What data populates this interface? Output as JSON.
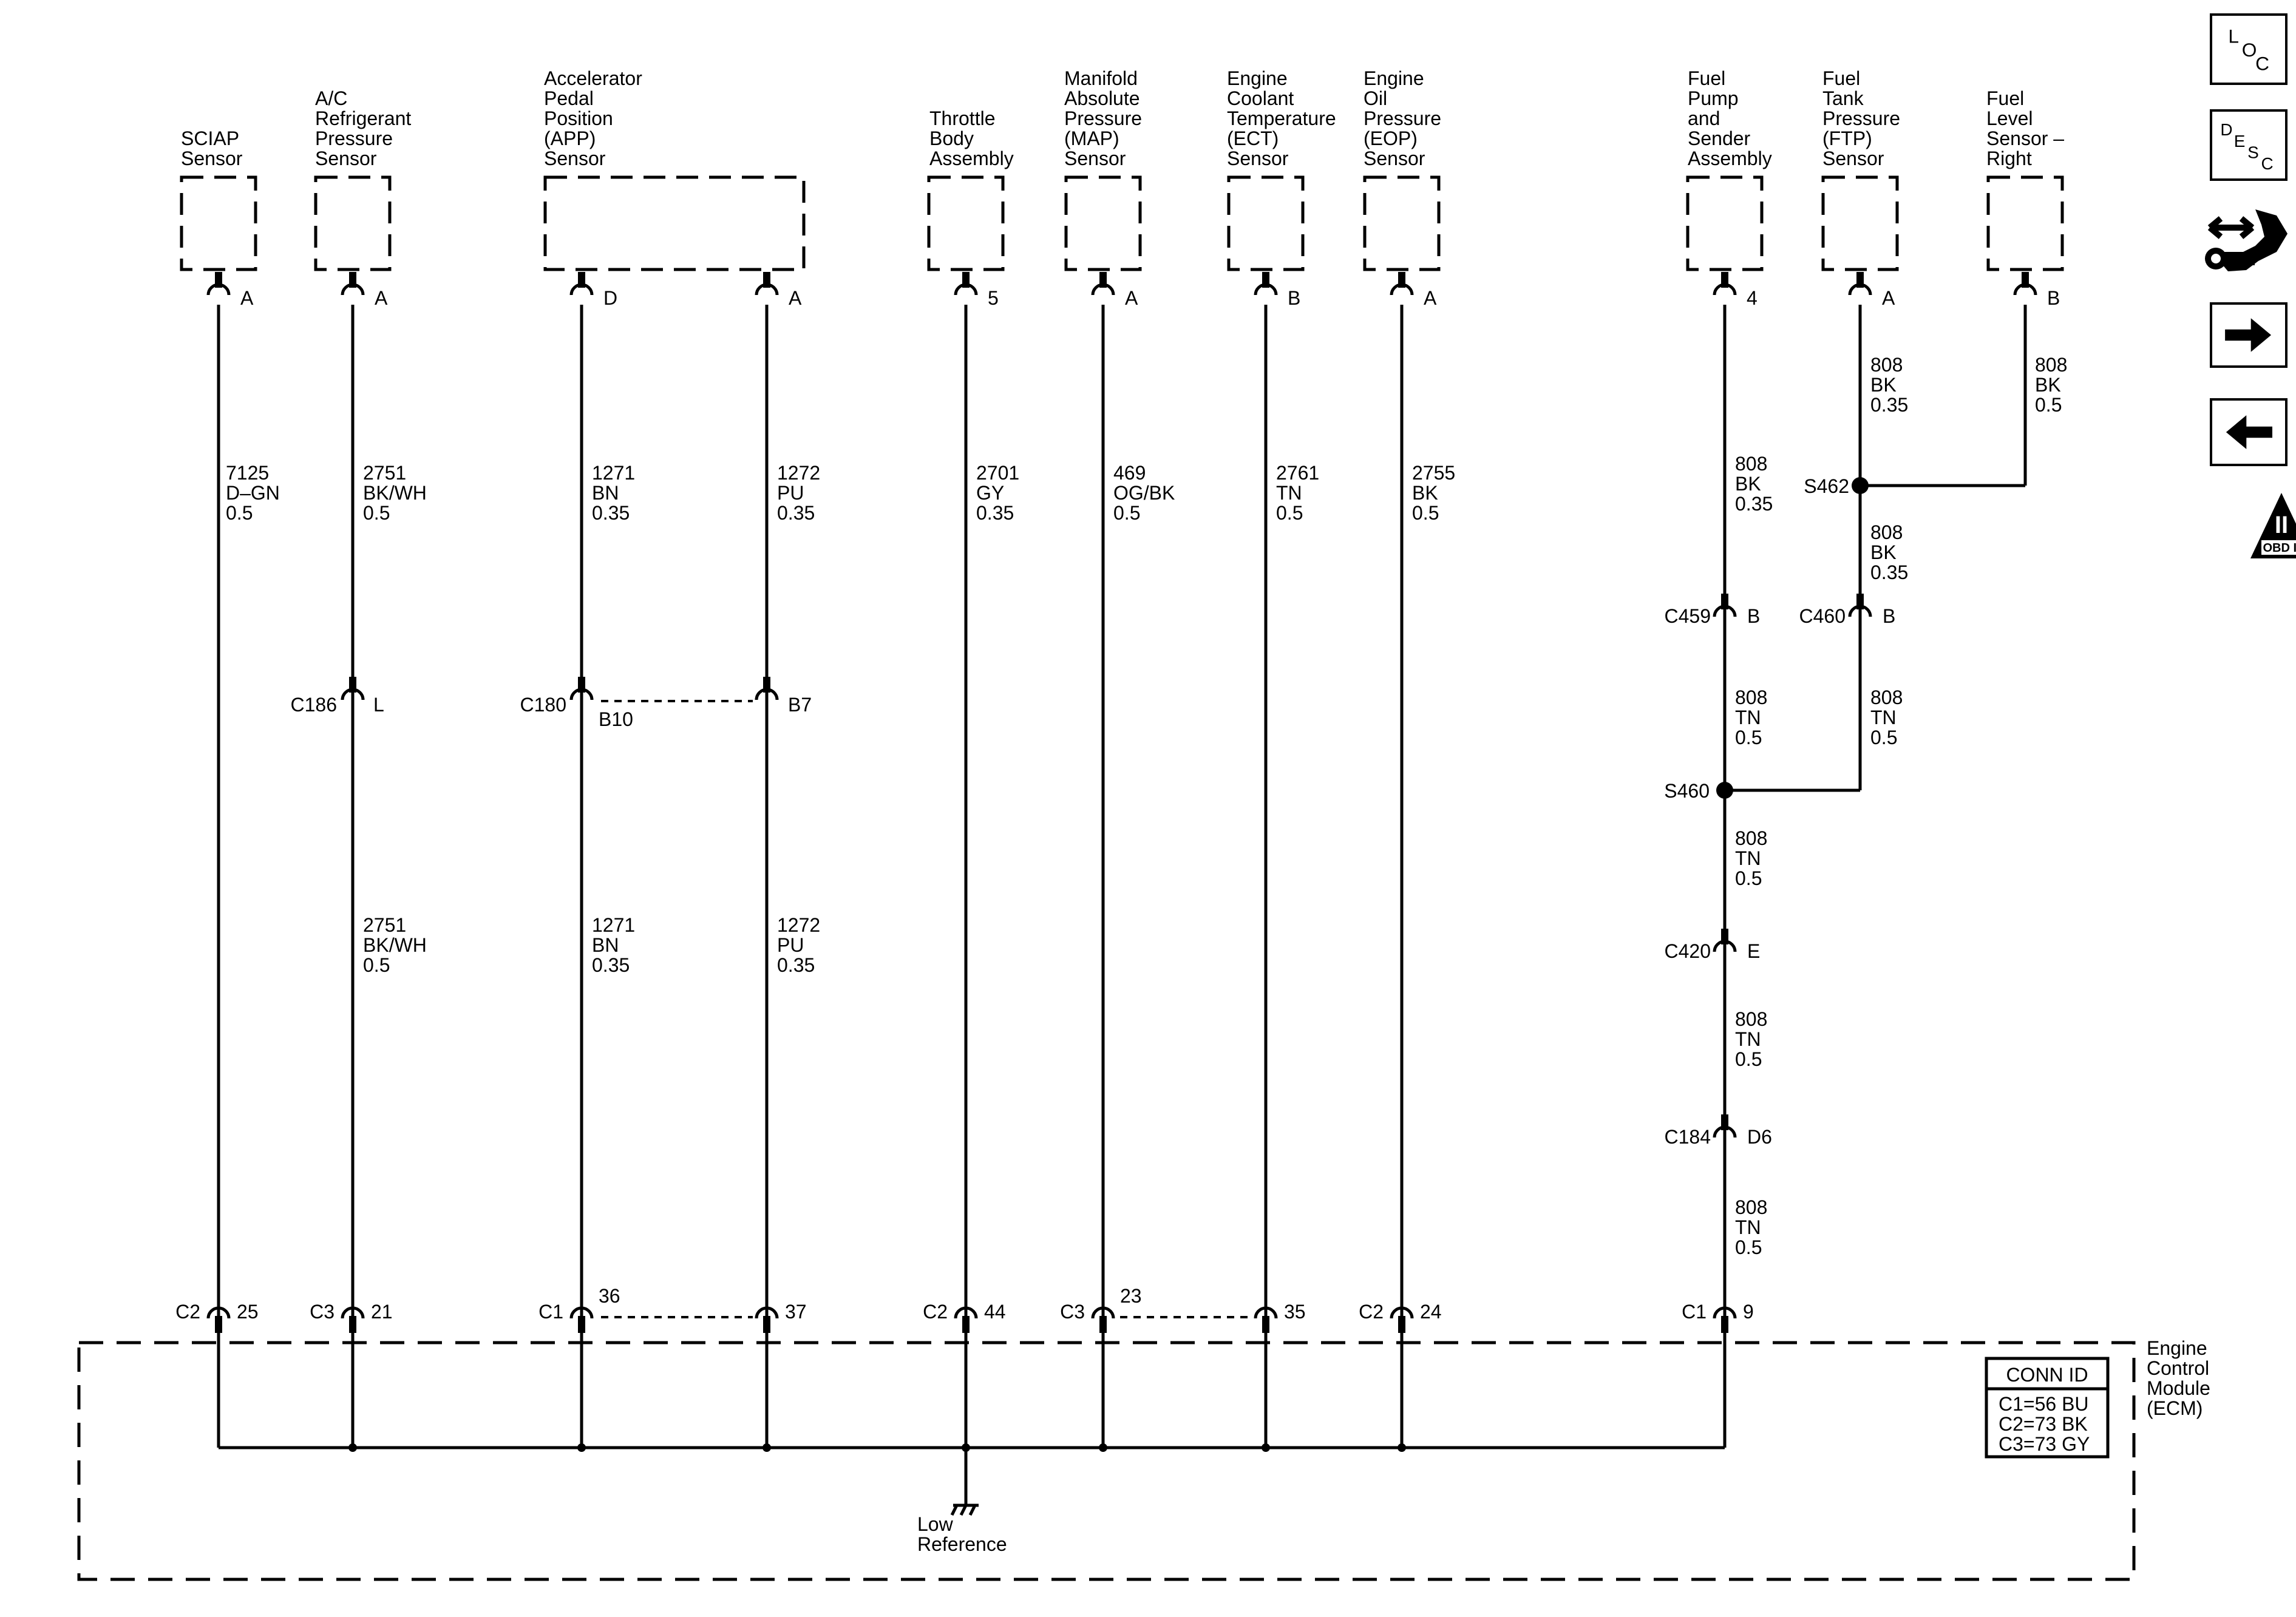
{
  "sensors": [
    {
      "id": "sciap",
      "title_lines": [
        "SCIAP",
        "Sensor"
      ],
      "pin": "A",
      "circuit": [
        "7125",
        "D–GN",
        "0.5"
      ],
      "ecm_conn": "C2",
      "ecm_pin": "25"
    },
    {
      "id": "ac",
      "title_lines": [
        "A/C",
        "Refrigerant",
        "Pressure",
        "Sensor"
      ],
      "pin": "A",
      "circuit": [
        "2751",
        "BK/WH",
        "0.5"
      ],
      "inline_conn": "C186",
      "inline_pin": "L",
      "circuit_lower": [
        "2751",
        "BK/WH",
        "0.5"
      ],
      "ecm_conn": "C3",
      "ecm_pin": "21"
    },
    {
      "id": "app",
      "title_lines": [
        "Accelerator",
        "Pedal",
        "Position",
        "(APP)",
        "Sensor"
      ],
      "pins": [
        {
          "pin": "D",
          "circuit": [
            "1271",
            "BN",
            "0.35"
          ],
          "inline_conn": "C180",
          "inline_pin": "B10",
          "circuit_lower": [
            "1271",
            "BN",
            "0.35"
          ],
          "ecm_conn": "C1",
          "ecm_pin": "36"
        },
        {
          "pin": "A",
          "circuit": [
            "1272",
            "PU",
            "0.35"
          ],
          "inline_pin": "B7",
          "circuit_lower": [
            "1272",
            "PU",
            "0.35"
          ],
          "ecm_pin": "37"
        }
      ]
    },
    {
      "id": "tb",
      "title_lines": [
        "Throttle",
        "Body",
        "Assembly"
      ],
      "pin": "5",
      "circuit": [
        "2701",
        "GY",
        "0.35"
      ],
      "ecm_conn": "C2",
      "ecm_pin": "44"
    },
    {
      "id": "map",
      "title_lines": [
        "Manifold",
        "Absolute",
        "Pressure",
        "(MAP)",
        "Sensor"
      ],
      "pin": "A",
      "circuit": [
        "469",
        "OG/BK",
        "0.5"
      ],
      "ecm_conn": "C3",
      "ecm_pin": "23"
    },
    {
      "id": "ect",
      "title_lines": [
        "Engine",
        "Coolant",
        "Temperature",
        "(ECT)",
        "Sensor"
      ],
      "pin": "B",
      "circuit": [
        "2761",
        "TN",
        "0.5"
      ],
      "ecm_pin": "35"
    },
    {
      "id": "eop",
      "title_lines": [
        "Engine",
        "Oil",
        "Pressure",
        "(EOP)",
        "Sensor"
      ],
      "pin": "A",
      "circuit": [
        "2755",
        "BK",
        "0.5"
      ],
      "ecm_conn": "C2",
      "ecm_pin": "24"
    },
    {
      "id": "fp",
      "title_lines": [
        "Fuel",
        "Pump",
        "and",
        "Sender",
        "Assembly"
      ],
      "pin": "4",
      "circuit": [
        "808",
        "BK",
        "0.35"
      ],
      "ecm_conn": "C1",
      "ecm_pin": "9"
    },
    {
      "id": "ftp",
      "title_lines": [
        "Fuel",
        "Tank",
        "Pressure",
        "(FTP)",
        "Sensor"
      ],
      "pin": "A",
      "circuit": [
        "808",
        "BK",
        "0.35"
      ]
    },
    {
      "id": "fls",
      "title_lines": [
        "Fuel",
        "Level",
        "Sensor –",
        "Right"
      ],
      "pin": "B",
      "circuit": [
        "808",
        "BK",
        "0.5"
      ]
    }
  ],
  "fuel_chain": {
    "s462": "S462",
    "ftp_lower_circuit": [
      "808",
      "BK",
      "0.35"
    ],
    "c459": {
      "name": "C459",
      "pin": "B"
    },
    "c460": {
      "name": "C460",
      "pin": "B"
    },
    "c459_lower": [
      "808",
      "TN",
      "0.5"
    ],
    "c460_lower": [
      "808",
      "TN",
      "0.5"
    ],
    "s460": "S460",
    "after_s460": [
      "808",
      "TN",
      "0.5"
    ],
    "c420": {
      "name": "C420",
      "pin": "E"
    },
    "after_c420": [
      "808",
      "TN",
      "0.5"
    ],
    "c184": {
      "name": "C184",
      "pin": "D6"
    },
    "after_c184": [
      "808",
      "TN",
      "0.5"
    ]
  },
  "ecm": {
    "title_lines": [
      "Engine",
      "Control",
      "Module",
      "(ECM)"
    ],
    "conn_id_title": "CONN ID",
    "conn_ids": [
      "C1=56 BU",
      "C2=73 BK",
      "C3=73 GY"
    ],
    "ground_lines": [
      "Low",
      "Reference"
    ]
  },
  "nav": {
    "loc_letters": [
      "L",
      "O",
      "C"
    ],
    "desc_letters": [
      "D",
      "E",
      "S",
      "C"
    ],
    "obd_text": "OBD II",
    "obd_mark": "II"
  }
}
